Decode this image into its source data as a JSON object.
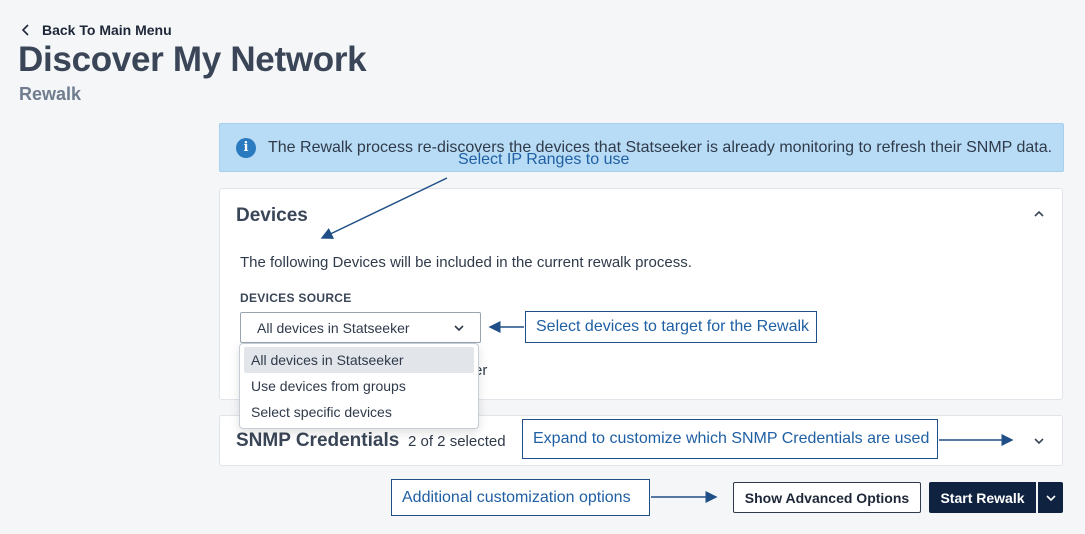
{
  "nav": {
    "back_label": "Back To Main Menu"
  },
  "header": {
    "title": "Discover My Network",
    "subtitle": "Rewalk"
  },
  "banner": {
    "text": "The Rewalk process re-discovers the devices that Statseeker is already monitoring to refresh their SNMP data.",
    "icon": "info-icon"
  },
  "devices": {
    "title": "Devices",
    "description": "The following Devices will be included in the current rewalk process.",
    "source_label": "DEVICES SOURCE",
    "selected": "All devices in Statseeker",
    "options": [
      "All devices in Statseeker",
      "Use devices from groups",
      "Select specific devices"
    ],
    "obscured_tail": "er"
  },
  "snmp": {
    "title": "SNMP Credentials",
    "count": "2 of 2 selected"
  },
  "actions": {
    "advanced_label": "Show Advanced Options",
    "start_label": "Start Rewalk"
  },
  "annotations": {
    "ip_ranges": "Select IP Ranges to use",
    "devices_target": "Select devices to target for the Rewalk",
    "snmp_expand": "Expand to customize which SNMP Credentials are used",
    "additional": "Additional customization options"
  },
  "colors": {
    "banner_bg": "#b8dcf5",
    "primary_button": "#0f2341",
    "annotation": "#1f5fa3"
  }
}
